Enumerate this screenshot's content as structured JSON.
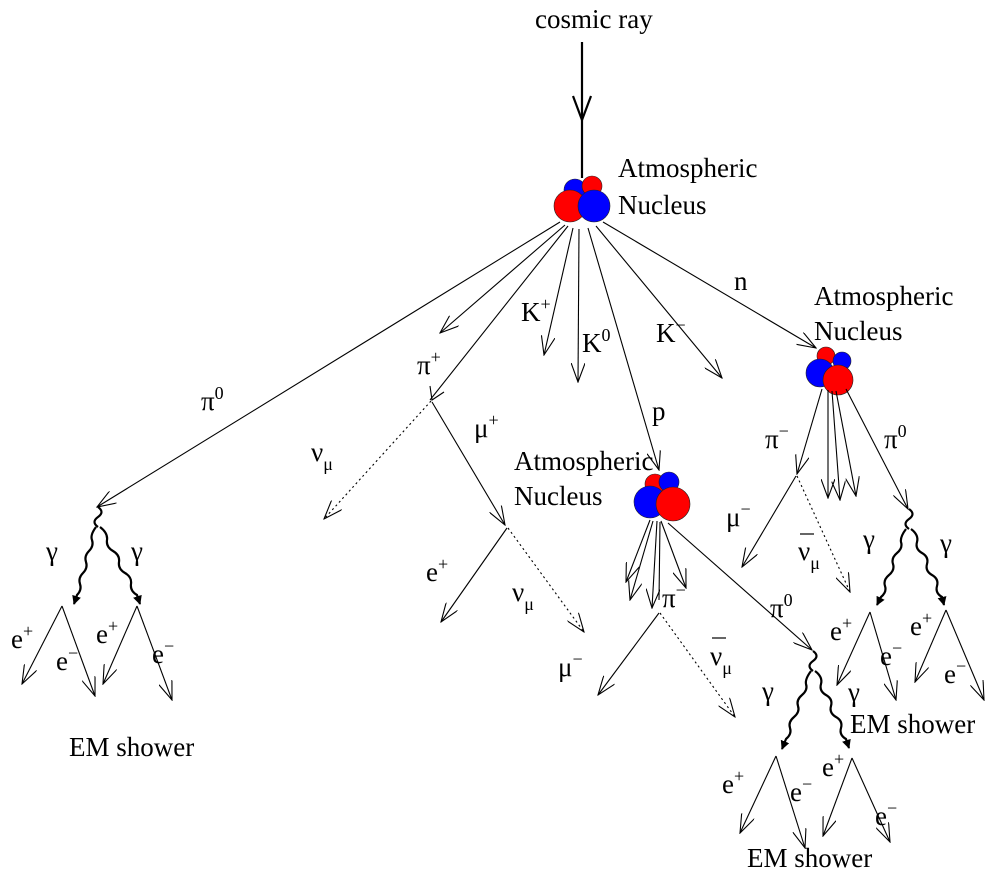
{
  "labels": {
    "cosmic_ray": "cosmic ray",
    "atm1": "Atmospheric",
    "nuc1": "Nucleus",
    "atm2": "Atmospheric",
    "nuc2": "Nucleus",
    "atm3": "Atmospheric",
    "nuc3": "Nucleus",
    "pi0_left": "π",
    "pi0_left_sup": "0",
    "pi_plus": "π",
    "pi_plus_sup": "+",
    "k_plus": "K",
    "k_plus_sup": "+",
    "k_zero": "K",
    "k_zero_sup": "0",
    "k_minus": "K",
    "k_minus_sup": "−",
    "n": "n",
    "p": "p",
    "nu_mu_1": "ν",
    "nu_mu_1_sub": "μ",
    "mu_plus": "μ",
    "mu_plus_sup": "+",
    "e_plus_mid": "e",
    "e_plus_mid_sup": "+",
    "nu_mu_2": "ν",
    "nu_mu_2_sub": "μ",
    "gamma_l1": "γ",
    "gamma_l2": "γ",
    "e_plus_l1": "e",
    "e_plus_l1_sup": "+",
    "e_minus_l1": "e",
    "e_minus_l1_sup": "−",
    "e_plus_l2": "e",
    "e_plus_l2_sup": "+",
    "e_minus_l2": "e",
    "e_minus_l2_sup": "−",
    "em_shower_left": "EM shower",
    "pi_minus_c": "π",
    "pi_minus_c_sup": "−",
    "mu_minus_c": "μ",
    "mu_minus_c_sup": "−",
    "nubar_mu_c": "ν",
    "nubar_mu_c_sub": "μ",
    "pi0_c": "π",
    "pi0_c_sup": "0",
    "gamma_c1": "γ",
    "gamma_c2": "γ",
    "e_plus_c1": "e",
    "e_plus_c1_sup": "+",
    "e_minus_c1": "e",
    "e_minus_c1_sup": "−",
    "e_plus_c2": "e",
    "e_plus_c2_sup": "+",
    "e_minus_c2": "e",
    "e_minus_c2_sup": "−",
    "em_shower_bottom": "EM shower",
    "pi_minus_r": "π",
    "pi_minus_r_sup": "−",
    "pi0_r": "π",
    "pi0_r_sup": "0",
    "mu_minus_r": "μ",
    "mu_minus_r_sup": "−",
    "nubar_mu_r": "ν",
    "nubar_mu_r_sub": "μ",
    "gamma_r1": "γ",
    "gamma_r2": "γ",
    "e_plus_r1": "e",
    "e_plus_r1_sup": "+",
    "e_minus_r1": "e",
    "e_minus_r1_sup": "−",
    "e_plus_r2": "e",
    "e_plus_r2_sup": "+",
    "e_minus_r2": "e",
    "e_minus_r2_sup": "−",
    "em_shower_right": "EM shower"
  },
  "colors": {
    "proton": "#ff0000",
    "neutron": "#0000ff",
    "ink": "#000000"
  }
}
